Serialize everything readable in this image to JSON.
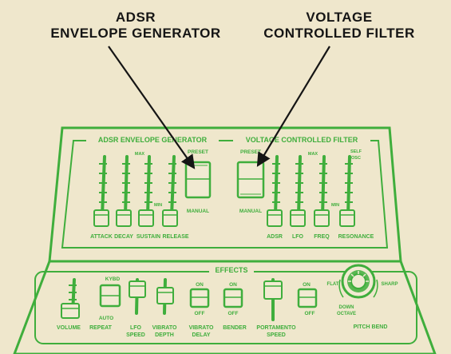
{
  "callouts": {
    "adsr": [
      "ADSR",
      "ENVELOPE GENERATOR"
    ],
    "vcf": [
      "VOLTAGE",
      "CONTROLLED FILTER"
    ]
  },
  "upper_panel": {
    "section_adsr": "ADSR ENVELOPE GENERATOR",
    "section_vcf": "VOLTAGE CONTROLLED FILTER",
    "max_1": "MAX",
    "min_1": "MIN",
    "max_2": "MAX",
    "min_2": "MIN",
    "self_osc": [
      "SELF",
      "OSC"
    ],
    "preset_left": "PRESET",
    "manual_left": "MANUAL",
    "preset_right": "PRESET",
    "manual_right": "MANUAL",
    "labels": {
      "attack": "ATTACK",
      "decay": "DECAY",
      "sustain": "SUSTAIN",
      "release": "RELEASE",
      "adsr": "ADSR",
      "lfo": "LFO",
      "freq": "FREQ",
      "resonance": "RESONANCE"
    }
  },
  "lower_panel": {
    "section_effects": "EFFECTS",
    "kybd": "KYBD",
    "auto": "AUTO",
    "on_1": "ON",
    "off_1": "OFF",
    "on_2": "ON",
    "off_2": "OFF",
    "on_3": "ON",
    "off_3": "OFF",
    "flat": "FLAT",
    "sharp": "SHARP",
    "down_octave": [
      "DOWN",
      "OCTAVE"
    ],
    "labels": {
      "volume": "VOLUME",
      "repeat": "REPEAT",
      "lfo_speed": [
        "LFO",
        "SPEED"
      ],
      "vibrato_depth": [
        "VIBRATO",
        "DEPTH"
      ],
      "vibrato_delay": [
        "VIBRATO",
        "DELAY"
      ],
      "bender": "BENDER",
      "portamento_speed": [
        "PORTAMENTO",
        "SPEED"
      ],
      "pitch_bend": "PITCH BEND"
    }
  },
  "colors": {
    "background": "#efe7cc",
    "panel_green": "#3fae3c",
    "ink": "#151515",
    "knob_fill": "#f1ead2"
  }
}
